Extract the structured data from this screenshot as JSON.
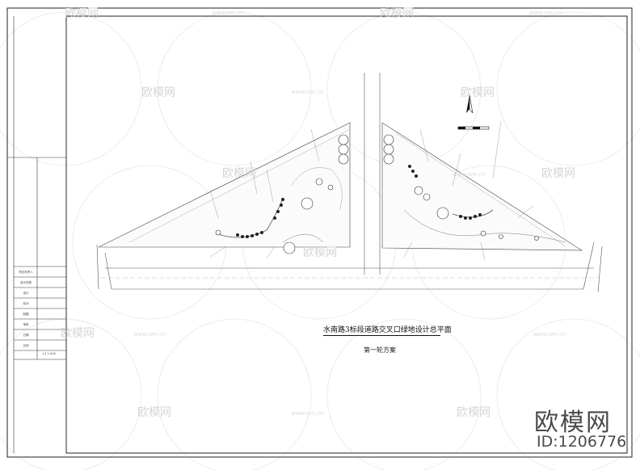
{
  "drawing": {
    "title": "水南路3标段道路交叉口绿地设计总平面",
    "subtitle": "第一轮方案"
  },
  "title_block": {
    "rows": [
      "项目负责人",
      "设计校核",
      "设计",
      "校对",
      "制图",
      "审核",
      "日期",
      "比例"
    ],
    "scale": "1:1  1:000"
  },
  "watermark": {
    "brand": "欧模网",
    "id": "ID:1206776",
    "logo_text": "欧模网",
    "url_text": "www.om.cn"
  }
}
